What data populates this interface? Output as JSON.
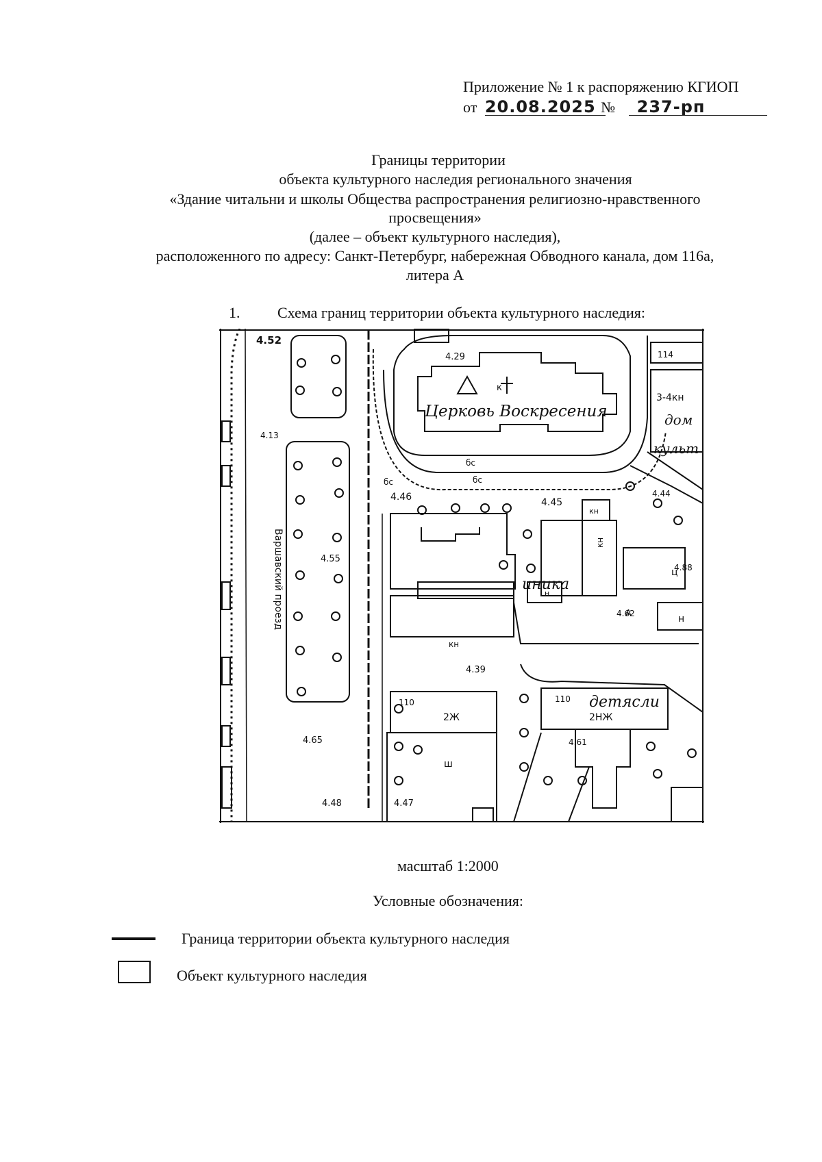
{
  "header": {
    "annex_title": "Приложение № 1 к распоряжению КГИОП",
    "date_prefix": "от",
    "date": "20.08.2025",
    "number_sign": "№",
    "number": "237-рп"
  },
  "title": {
    "line1": "Границы территории",
    "line2": "объекта культурного наследия регионального значения",
    "line3": "«Здание читальни и школы Общества распространения религиозно-нравственного",
    "line4": "просвещения»",
    "line5": "(далее – объект культурного наследия),",
    "line6": "расположенного по адресу: Санкт-Петербург, набережная Обводного канала, дом 116а,",
    "line7": "литера А"
  },
  "section": {
    "number": "1.",
    "heading": "Схема границ территории объекта культурного наследия:"
  },
  "map": {
    "labels": {
      "church": "Церковь Воскресения",
      "house_of_culture_1": "дом",
      "house_of_culture_2": "культ",
      "clinic": "иника",
      "nursery": "детясли",
      "street": "Варшавский проезд",
      "kn": "кн",
      "k": "к",
      "mat_3_4kn": "3-4кн",
      "no114": "114",
      "no110a": "110",
      "no110b": "110",
      "mat_2zh": "2Ж",
      "mat_2nzh": "2НЖ",
      "sh": "ш",
      "ts": "ц",
      "n1": "н",
      "n2": "н",
      "a": "А",
      "bs1": "бс",
      "bs2": "бс",
      "bs3": "бс",
      "kn2": "кн",
      "kn3": "кн"
    },
    "elevations": [
      "4.52",
      "4.13",
      "4.29",
      "4.46",
      "4.45",
      "4.55",
      "4.44",
      "4.88",
      "4.62",
      "4.39",
      "4.65",
      "4.61",
      "4.48",
      "4.47"
    ]
  },
  "scale": "масштаб 1:2000",
  "legend": {
    "title": "Условные обозначения:",
    "boundary_label": "Граница территории объекта культурного наследия",
    "object_label": "Объект культурного наследия"
  }
}
